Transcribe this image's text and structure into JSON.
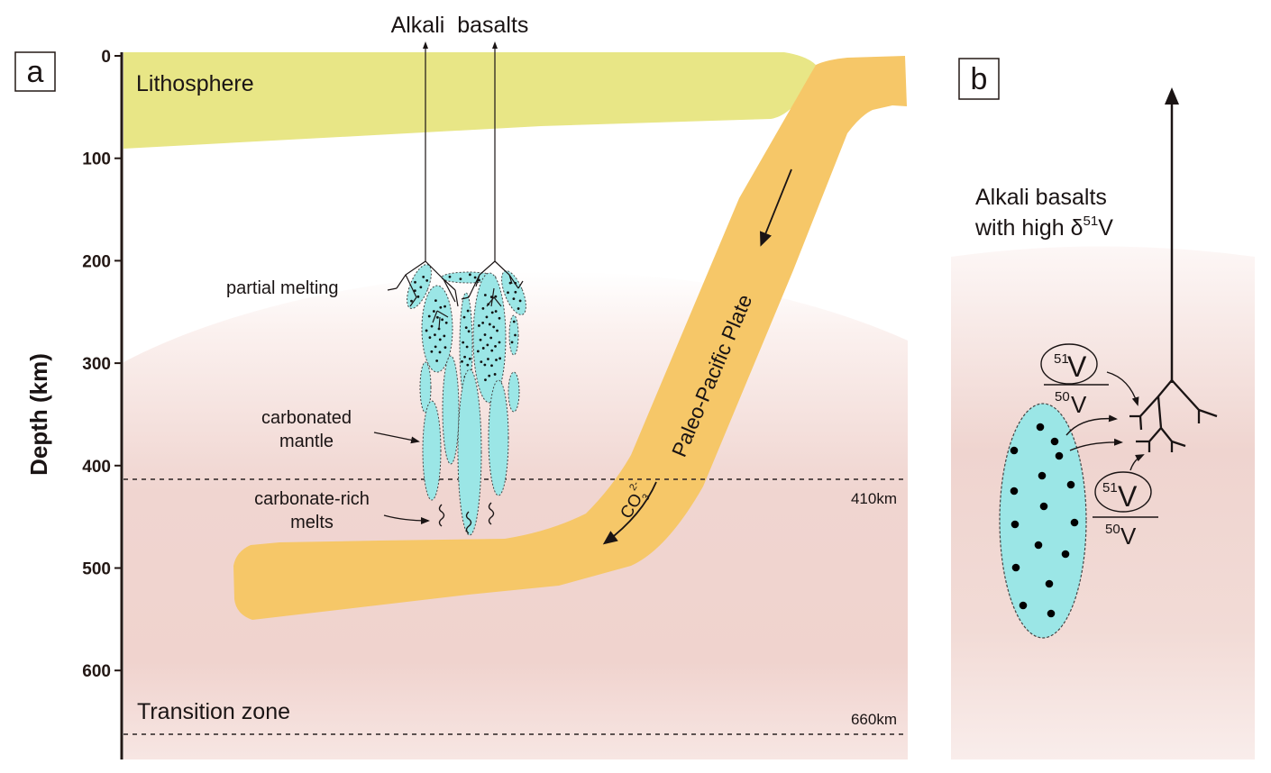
{
  "figure": {
    "panel_a": {
      "label": "a",
      "y_axis": {
        "title": "Depth (km)",
        "ticks": [
          "0",
          "100",
          "200",
          "300",
          "400",
          "500",
          "600"
        ]
      },
      "labels": {
        "lithosphere": "Lithosphere",
        "alkali_basalts": "Alkali  basalts",
        "partial_melting": "partial melting",
        "carbonated_mantle_1": "carbonated",
        "carbonated_mantle_2": "mantle",
        "carbonate_rich_melts_1": "carbonate-rich",
        "carbonate_rich_melts_2": "melts",
        "slab": "Paleo-Pacific Plate",
        "co3": "CO",
        "co3_sub": "3",
        "co3_sup": "2-",
        "transition_zone": "Transition zone",
        "d410": "410km",
        "d660": "660km"
      }
    },
    "panel_b": {
      "label": "b",
      "title_line1": "Alkali basalts",
      "title_line2_prefix": "with high δ",
      "title_line2_sup": "51",
      "title_line2_suffix": "V",
      "ratio_top": {
        "num_sup": "51",
        "num": "V",
        "den_sup": "50",
        "den": "V"
      },
      "ratio_bottom": {
        "num_sup": "51",
        "num": "V",
        "den_sup": "50",
        "den": "V"
      }
    },
    "colors": {
      "lithosphere": "#e8e686",
      "slab": "#f6c768",
      "melt_pods": "#9be6e6",
      "mantle_pink": "#efd3cf",
      "ink": "#1a1414"
    }
  }
}
